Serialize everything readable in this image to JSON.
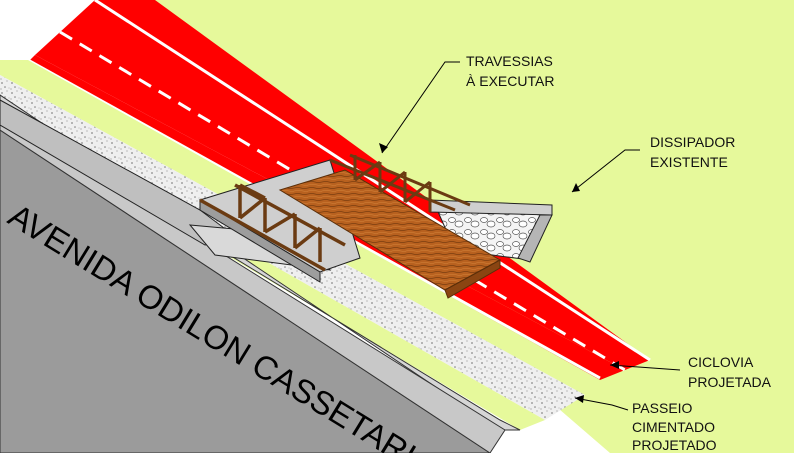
{
  "labels": {
    "travessias_line1": "TRAVESSIAS",
    "travessias_line2": "À EXECUTAR",
    "dissipador_line1": "DISSIPADOR",
    "dissipador_line2": "EXISTENTE",
    "ciclovia_line1": "CICLOVIA",
    "ciclovia_line2": "PROJETADA",
    "passeio_line1": "PASSEIO",
    "passeio_line2": "CIMENTADO",
    "passeio_line3": "PROJETADO",
    "road_name": "AVENIDA ODILON CASSETARI"
  },
  "colors": {
    "grass": "#e6f99b",
    "bike_lane": "#ff0000",
    "sidewalk": "#eeeeee",
    "road": "#9b9b9b",
    "curb": "#c8c8c8",
    "wood": "#b05a1e",
    "truss": "#6b3b12",
    "concrete": "#bfbfbf"
  }
}
